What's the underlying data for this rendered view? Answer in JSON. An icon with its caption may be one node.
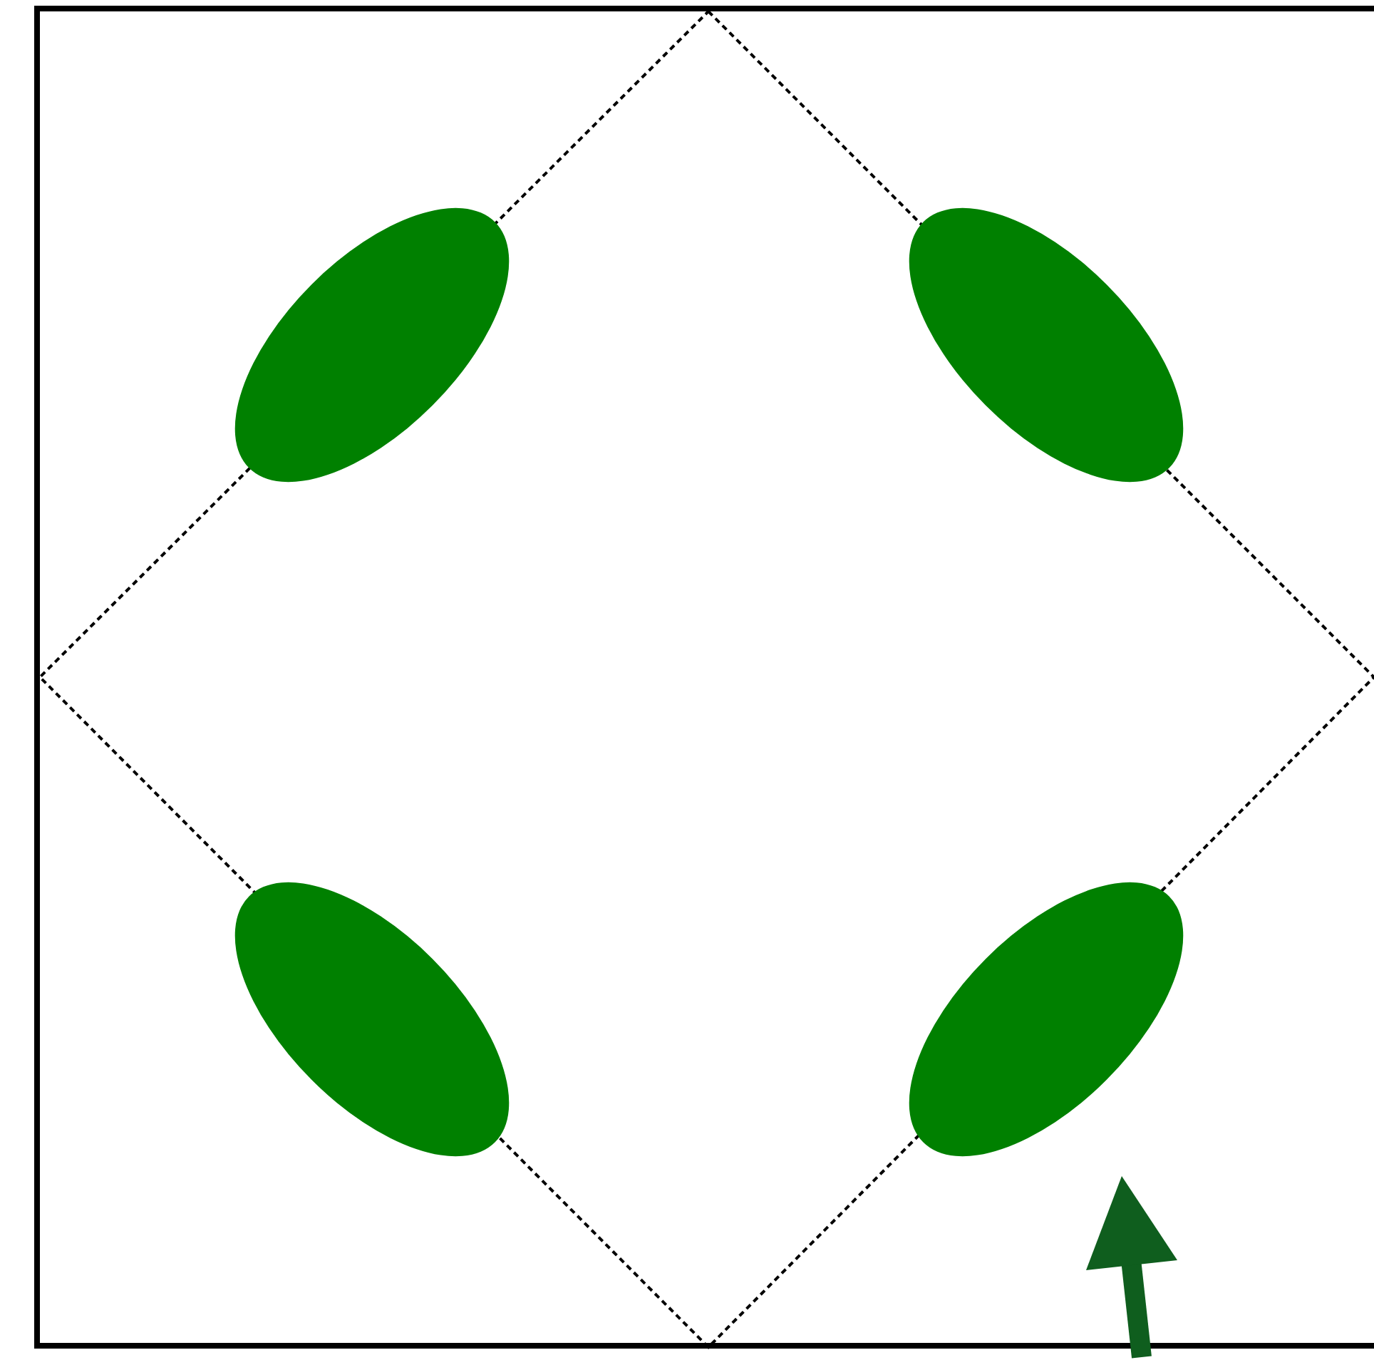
{
  "diagram": {
    "nodes": [
      {
        "text": [],
        "shape": "ellipse"
      },
      {
        "text": [],
        "shape": "ellipse"
      },
      {
        "text": [],
        "shape": "ellipse"
      },
      {
        "text": [],
        "shape": "ellipse"
      }
    ]
  }
}
